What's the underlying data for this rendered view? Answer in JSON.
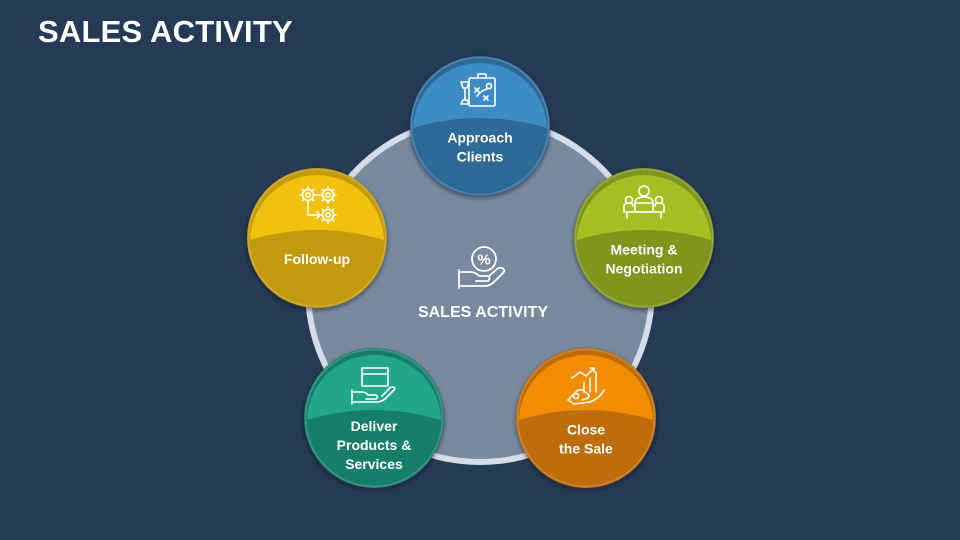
{
  "title": "SALES ACTIVITY",
  "center": {
    "label": "SALES ACTIVITY",
    "icon": "hand-percent-icon",
    "icon_glyph": "%"
  },
  "nodes": [
    {
      "id": "approach",
      "lines": [
        "Approach",
        "Clients"
      ],
      "icon": "strategy-board-icon",
      "color_top": "#3d8cc4",
      "color_bottom": "#2e6a98"
    },
    {
      "id": "meeting",
      "lines": [
        "Meeting &",
        "Negotiation"
      ],
      "icon": "meeting-table-icon",
      "color_top": "#a6be22",
      "color_bottom": "#7f951d"
    },
    {
      "id": "close",
      "lines": [
        "Close",
        "the Sale"
      ],
      "icon": "hand-growth-chart-icon",
      "color_top": "#f28c06",
      "color_bottom": "#bf6c08"
    },
    {
      "id": "deliver",
      "lines": [
        "Deliver",
        "Products &",
        "Services"
      ],
      "icon": "hand-box-icon",
      "color_top": "#21a888",
      "color_bottom": "#187f69"
    },
    {
      "id": "followup",
      "lines": [
        "Follow-up"
      ],
      "icon": "gears-process-icon",
      "color_top": "#f1c10f",
      "color_bottom": "#c19a0a"
    }
  ],
  "colors": {
    "background": "#253a55",
    "center_circle": "#798aa0",
    "center_ring": "#d5dde8"
  }
}
